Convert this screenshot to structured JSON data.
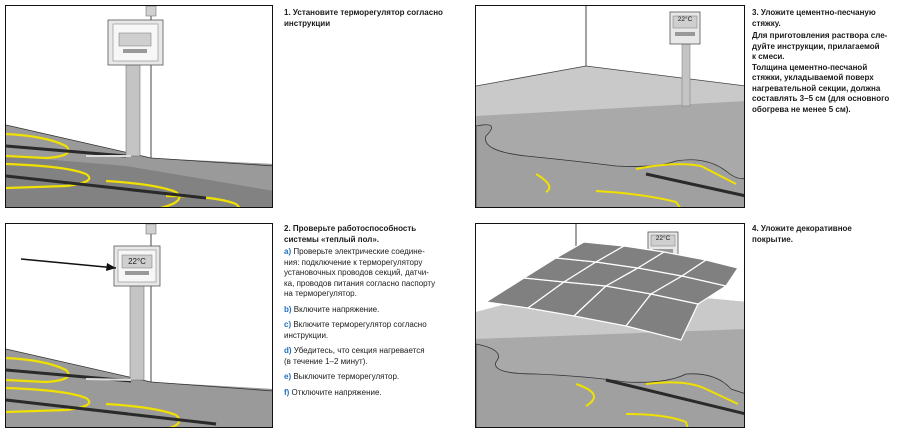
{
  "steps": {
    "s1": {
      "title_lines": [
        "1. Установите терморегулятор согласно",
        "инструкции"
      ],
      "display": ""
    },
    "s2": {
      "title_lines": [
        "2. Проверьте работоспособность",
        "системы «теплый пол»."
      ],
      "display": "22°С",
      "substeps": [
        {
          "letter": "a)",
          "lines": [
            " Проверьте электрические соедине-",
            "ния: подключение к терморегулятору",
            "установочных проводов секций, датчи-",
            "ка, проводов питания согласно паспорту",
            "на терморегулятор."
          ]
        },
        {
          "letter": "b)",
          "lines": [
            " Включите напряжение."
          ]
        },
        {
          "letter": "c)",
          "lines": [
            " Включите терморегулятор согласно",
            "инструкции."
          ]
        },
        {
          "letter": "d)",
          "lines": [
            " Убедитесь, что секция нагревается",
            " (в течение 1–2 минут)."
          ]
        },
        {
          "letter": "e)",
          "lines": [
            " Выключите терморегулятор."
          ]
        },
        {
          "letter": "f)",
          "lines": [
            " Отключите напряжение."
          ]
        }
      ]
    },
    "s3": {
      "display": "22°С",
      "title_lines": [
        "3. Уложите цементно-песчаную",
        "стяжку."
      ],
      "body_lines": [
        "Для приготовления раствора сле-",
        "дуйте инструкции, прилагаемой",
        "к смеси.",
        "Толщина цементно-песчаной",
        "стяжки, укладываемой поверх",
        "нагревательной секции, должна",
        "составлять 3–5 см (для основного",
        "обогрева не менее 5 см)."
      ]
    },
    "s4": {
      "display": "22°С",
      "title_lines": [
        "4. Уложите декоративное",
        "покрытие."
      ]
    }
  },
  "colors": {
    "wall": "#ffffff",
    "floor": "#9a9a9a",
    "screed": "#a9a9a9",
    "tile": "#808080",
    "cable": "#f0e000",
    "mat": "#3a3a3a",
    "conduit": "#c4c4c4",
    "accent": "#1f6fbf"
  }
}
